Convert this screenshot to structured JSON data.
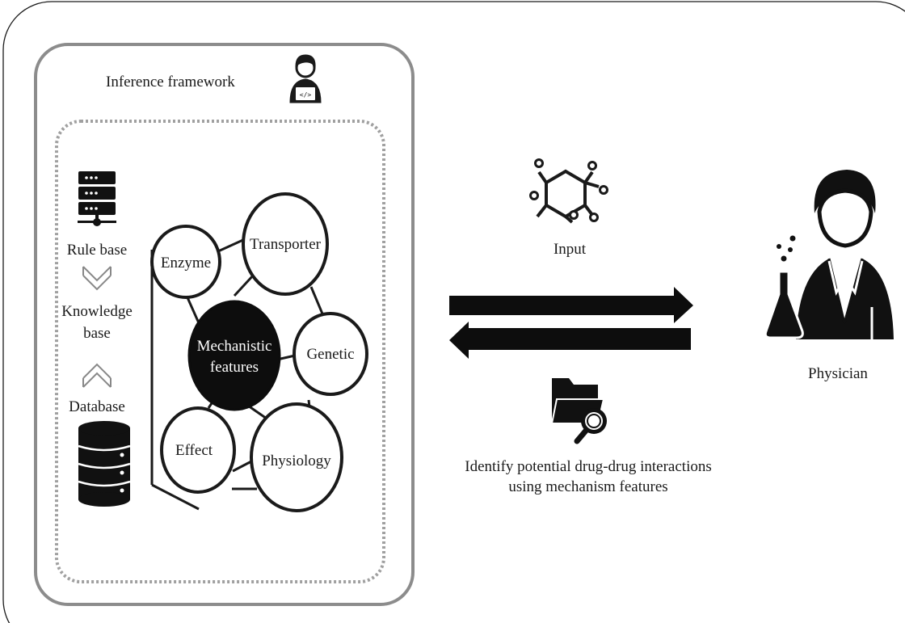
{
  "framework": {
    "title": "Inference framework",
    "icon": "developer-person-icon"
  },
  "knowledge_stack": {
    "rule_base": "Rule base",
    "knowledge_base_line1": "Knowledge",
    "knowledge_base_line2": "base",
    "database": "Database",
    "icons": [
      "server-rack-icon",
      "chevron-down-icon",
      "chevron-up-icon",
      "database-cylinder-icon"
    ]
  },
  "feature_network": {
    "center_line1": "Mechanistic",
    "center_line2": "features",
    "nodes": {
      "enzyme": "Enzyme",
      "transporter": "Transporter",
      "genetic": "Genetic",
      "physiology": "Physiology",
      "effect": "Effect"
    }
  },
  "flow": {
    "input_label": "Input",
    "input_icon": "molecule-hexagon-icon",
    "output_line1": "Identify potential drug-drug interactions",
    "output_line2": "using mechanism features",
    "output_icon": "folder-search-icon",
    "arrows": [
      "arrow-right-icon",
      "arrow-left-icon"
    ]
  },
  "actor": {
    "label": "Physician",
    "icon": "physician-with-flask-icon"
  },
  "colors": {
    "stroke": "#1a1a1a",
    "frame": "#8c8c8c",
    "dotted": "#a0a0a0",
    "fill_dark": "#0d0d0d"
  }
}
